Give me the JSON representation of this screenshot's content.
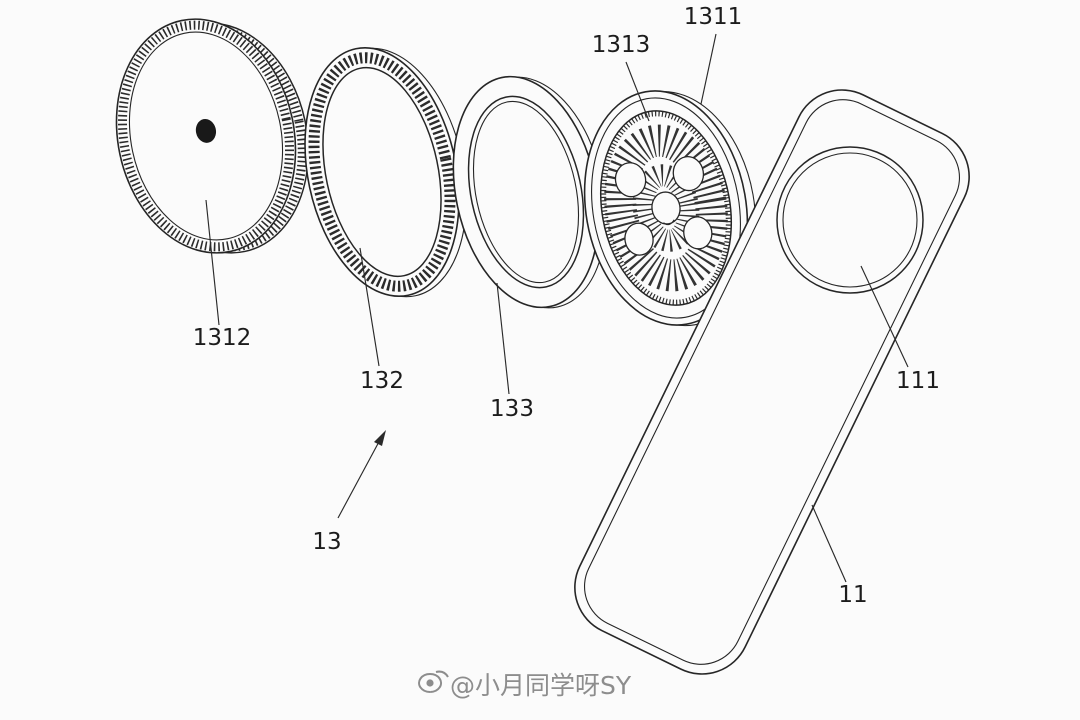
{
  "figure": {
    "background_color": "#fbfbfb",
    "line_color": "#262626"
  },
  "labels": {
    "dial_disc": "1312",
    "knurled_ring": "132",
    "plain_ring": "133",
    "fan_rotor": "1313",
    "fan_frame": "1311",
    "camera_opening": "111",
    "phone_body": "11",
    "assembly_arrow": "13"
  },
  "watermark": {
    "text": "@小月同学呀SY",
    "color": "#8d8d8d"
  }
}
